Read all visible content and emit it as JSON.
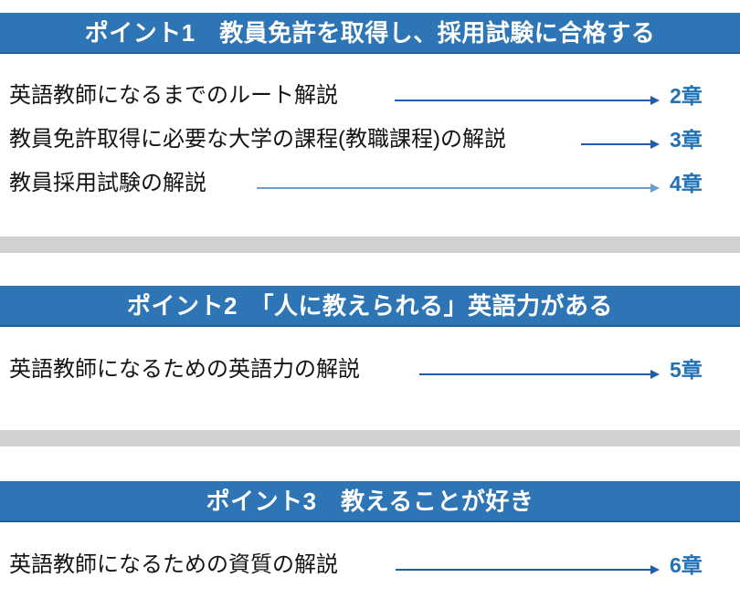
{
  "slide": {
    "background_color": "#ffffff",
    "accent_color": "#2e75b6",
    "chapter_color": "#2171b5",
    "arrow_color": "#1f5fa8",
    "arrow_color_light": "#6f9bd5",
    "divider_color": "#d2d2d2"
  },
  "sections": [
    {
      "header": "ポイント1　教員免許を取得し、採用試験に合格する",
      "items": [
        {
          "label": "英語教師になるまでのルート解説",
          "chapter": "2章",
          "arrow_style": "dark"
        },
        {
          "label": "教員免許取得に必要な大学の課程(教職課程)の解説",
          "chapter": "3章",
          "arrow_style": "dark"
        },
        {
          "label": "教員採用試験の解説",
          "chapter": "4章",
          "arrow_style": "light"
        }
      ]
    },
    {
      "header": "ポイント2　「人に教えられる」英語力がある",
      "items": [
        {
          "label": "英語教師になるための英語力の解説",
          "chapter": "5章",
          "arrow_style": "dark"
        }
      ]
    },
    {
      "header": "ポイント3　教えることが好き",
      "items": [
        {
          "label": "英語教師になるための資質の解説",
          "chapter": "6章",
          "arrow_style": "dark"
        }
      ]
    }
  ],
  "dividers": [
    {
      "label": "divider-1"
    },
    {
      "label": "divider-2"
    }
  ]
}
